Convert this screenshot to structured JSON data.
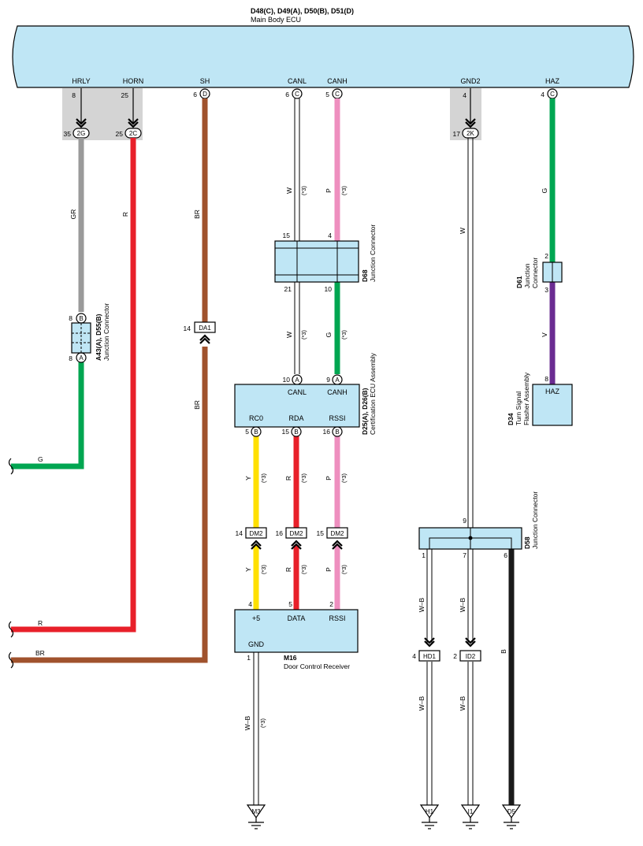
{
  "colors": {
    "box_fill": "#bfe6f5",
    "shade": "#d4d4d4",
    "gray": "#9a9a9a",
    "red": "#e8202a",
    "brown": "#a0522d",
    "pink": "#ee8fbf",
    "green": "#00a651",
    "purple": "#6a2c91",
    "yellow": "#ffe000",
    "black": "#1a1a1a"
  },
  "ecu": {
    "title": "D48(C), D49(A), D50(B), D51(D)",
    "name": "Main Body ECU",
    "pins": {
      "hrly": {
        "label": "HRLY",
        "num": "8"
      },
      "horn": {
        "label": "HORN",
        "num": "25"
      },
      "sh": {
        "label": "SH",
        "num": "6",
        "conn": "D"
      },
      "canl": {
        "label": "CANL",
        "num": "6",
        "conn": "C"
      },
      "canh": {
        "label": "CANH",
        "num": "5",
        "conn": "C"
      },
      "gnd2": {
        "label": "GND2",
        "num": "4"
      },
      "haz": {
        "label": "HAZ",
        "num": "4",
        "conn": "C"
      }
    }
  },
  "inline": {
    "g2": {
      "code": "2G",
      "num": "35"
    },
    "c2": {
      "code": "2C",
      "num": "25"
    },
    "k2": {
      "code": "2K",
      "num": "17"
    }
  },
  "wires": {
    "gr": "GR",
    "r": "R",
    "br": "BR",
    "w": "W",
    "p": "P",
    "g": "G",
    "v": "V",
    "y": "Y",
    "wb": "W–B",
    "b": "B",
    "note": "(*3)"
  },
  "left_labels": {
    "g": "G",
    "r": "R",
    "br": "BR"
  },
  "jc_a43": {
    "id": "A43(A), D55(B)",
    "name": "Junction Connector",
    "top": {
      "num": "8",
      "conn": "B"
    },
    "bot": {
      "num": "8",
      "conn": "A"
    }
  },
  "da1": {
    "code": "DA1",
    "num": "14"
  },
  "d68": {
    "id": "D68",
    "name": "Junction Connector",
    "pins": {
      "p15": "15",
      "p4": "4",
      "p21": "21",
      "p10": "10"
    }
  },
  "cert": {
    "id": "D25(A), D26(B)",
    "name": "Certification ECU Assembly",
    "top_pins": {
      "canl": {
        "label": "CANL",
        "num": "10",
        "conn": "A"
      },
      "canh": {
        "label": "CANH",
        "num": "9",
        "conn": "A"
      }
    },
    "bot_pins": {
      "rc0": {
        "label": "RC0",
        "num": "5",
        "conn": "B"
      },
      "rda": {
        "label": "RDA",
        "num": "15",
        "conn": "B"
      },
      "rssi": {
        "label": "RSSI",
        "num": "16",
        "conn": "B"
      }
    }
  },
  "dm2": {
    "a": {
      "code": "DM2",
      "num": "14"
    },
    "b": {
      "code": "DM2",
      "num": "16"
    },
    "c": {
      "code": "DM2",
      "num": "15"
    }
  },
  "m16": {
    "id": "M16",
    "name": "Door Control Receiver",
    "pins": {
      "p5": {
        "label": "+5",
        "num": "4"
      },
      "data": {
        "label": "DATA",
        "num": "5"
      },
      "rssi": {
        "label": "RSSI",
        "num": "2"
      },
      "gnd": {
        "label": "GND",
        "num": "1"
      }
    }
  },
  "d61": {
    "id": "D61",
    "name1": "Junction",
    "name2": "Connector",
    "pins": {
      "top": "2",
      "bot": "3"
    }
  },
  "d34": {
    "id": "D34",
    "name1": "Turn Signal",
    "name2": "Flasher Assembly",
    "pin": {
      "label": "HAZ",
      "num": "8"
    }
  },
  "d58": {
    "id": "D58",
    "name": "Junction Connector",
    "pins": {
      "p9": "9",
      "p1": "1",
      "p7": "7",
      "p6": "6"
    }
  },
  "hd1": {
    "code": "HD1",
    "num": "4"
  },
  "id2": {
    "code": "ID2",
    "num": "2"
  },
  "grounds": {
    "m3": "M3",
    "h1": "H1",
    "i1": "I1",
    "d5": "D5"
  }
}
